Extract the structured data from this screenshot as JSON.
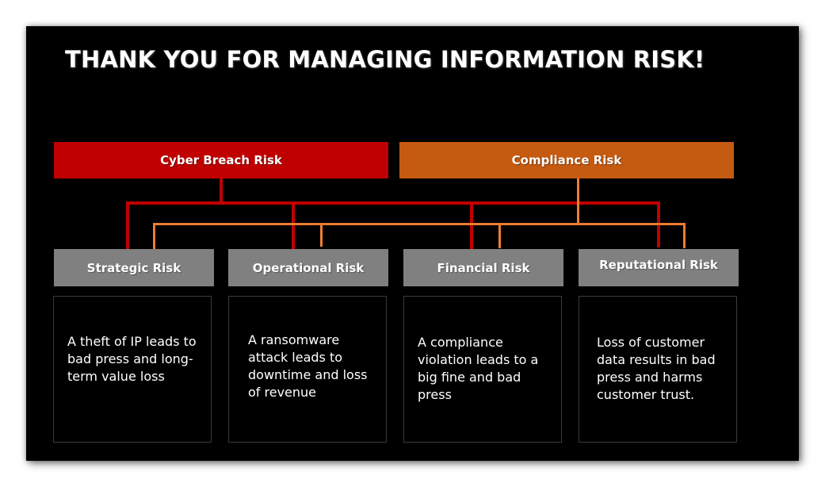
{
  "slide": {
    "title": "THANK YOU FOR MANAGING INFORMATION RISK!",
    "background_color": "#000000"
  },
  "top_categories": [
    {
      "label": "Cyber Breach Risk",
      "color": "#c00000",
      "connector_color": "#c00000"
    },
    {
      "label": "Compliance Risk",
      "color": "#c55a11",
      "connector_color": "#ed7d31"
    }
  ],
  "risk_types": [
    {
      "label": "Strategic Risk",
      "description": "A theft of IP leads to bad press and long-term value loss"
    },
    {
      "label": "Operational Risk",
      "description": "A ransomware attack leads to downtime and loss of revenue"
    },
    {
      "label": "Financial Risk",
      "description": "A compliance violation leads to a big fine and bad press"
    },
    {
      "label": "Reputational Risk",
      "description": "Loss of customer data results in bad press and harms customer trust."
    }
  ],
  "colors": {
    "category_box": "#808080",
    "text": "#ffffff"
  }
}
